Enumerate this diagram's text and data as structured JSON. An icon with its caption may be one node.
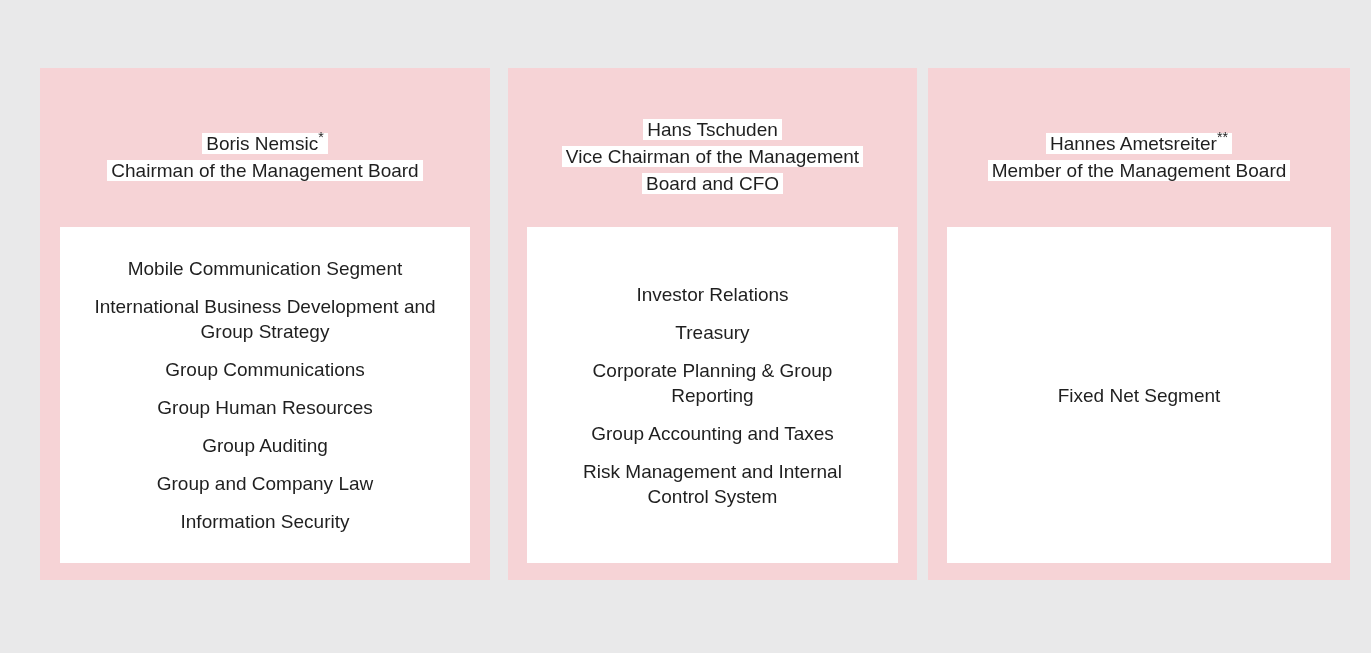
{
  "diagram": {
    "nodes": [
      {
        "text": [
          "Boris Nemsic$^{*}$",
          "Chairman of the Management Board"
        ]
      },
      {
        "text": [
          "Mobile Communication Segment",
          "International Business Development and Group Strategy",
          "Group Communications",
          "Group Human Resources",
          "Group Auditing",
          "Group and Company Law",
          "Information Security"
        ],
        "in": 0
      },
      {
        "text": [
          "Hans Tschuden",
          "Vice Chairman of the Management Board and CFO"
        ]
      },
      {
        "text": [
          "Investor Relations",
          "Treasury",
          "Corporate Planning & Group Reporting",
          "Group Accounting and Taxes",
          "Risk Management and Internal Control System"
        ],
        "in": 2
      },
      {
        "text": [
          "Hannes Ametsreiter$^{**}$",
          "Member of the Management Board"
        ]
      },
      {
        "text": [
          "Fixed Net Segment"
        ],
        "in": 4
      }
    ]
  }
}
